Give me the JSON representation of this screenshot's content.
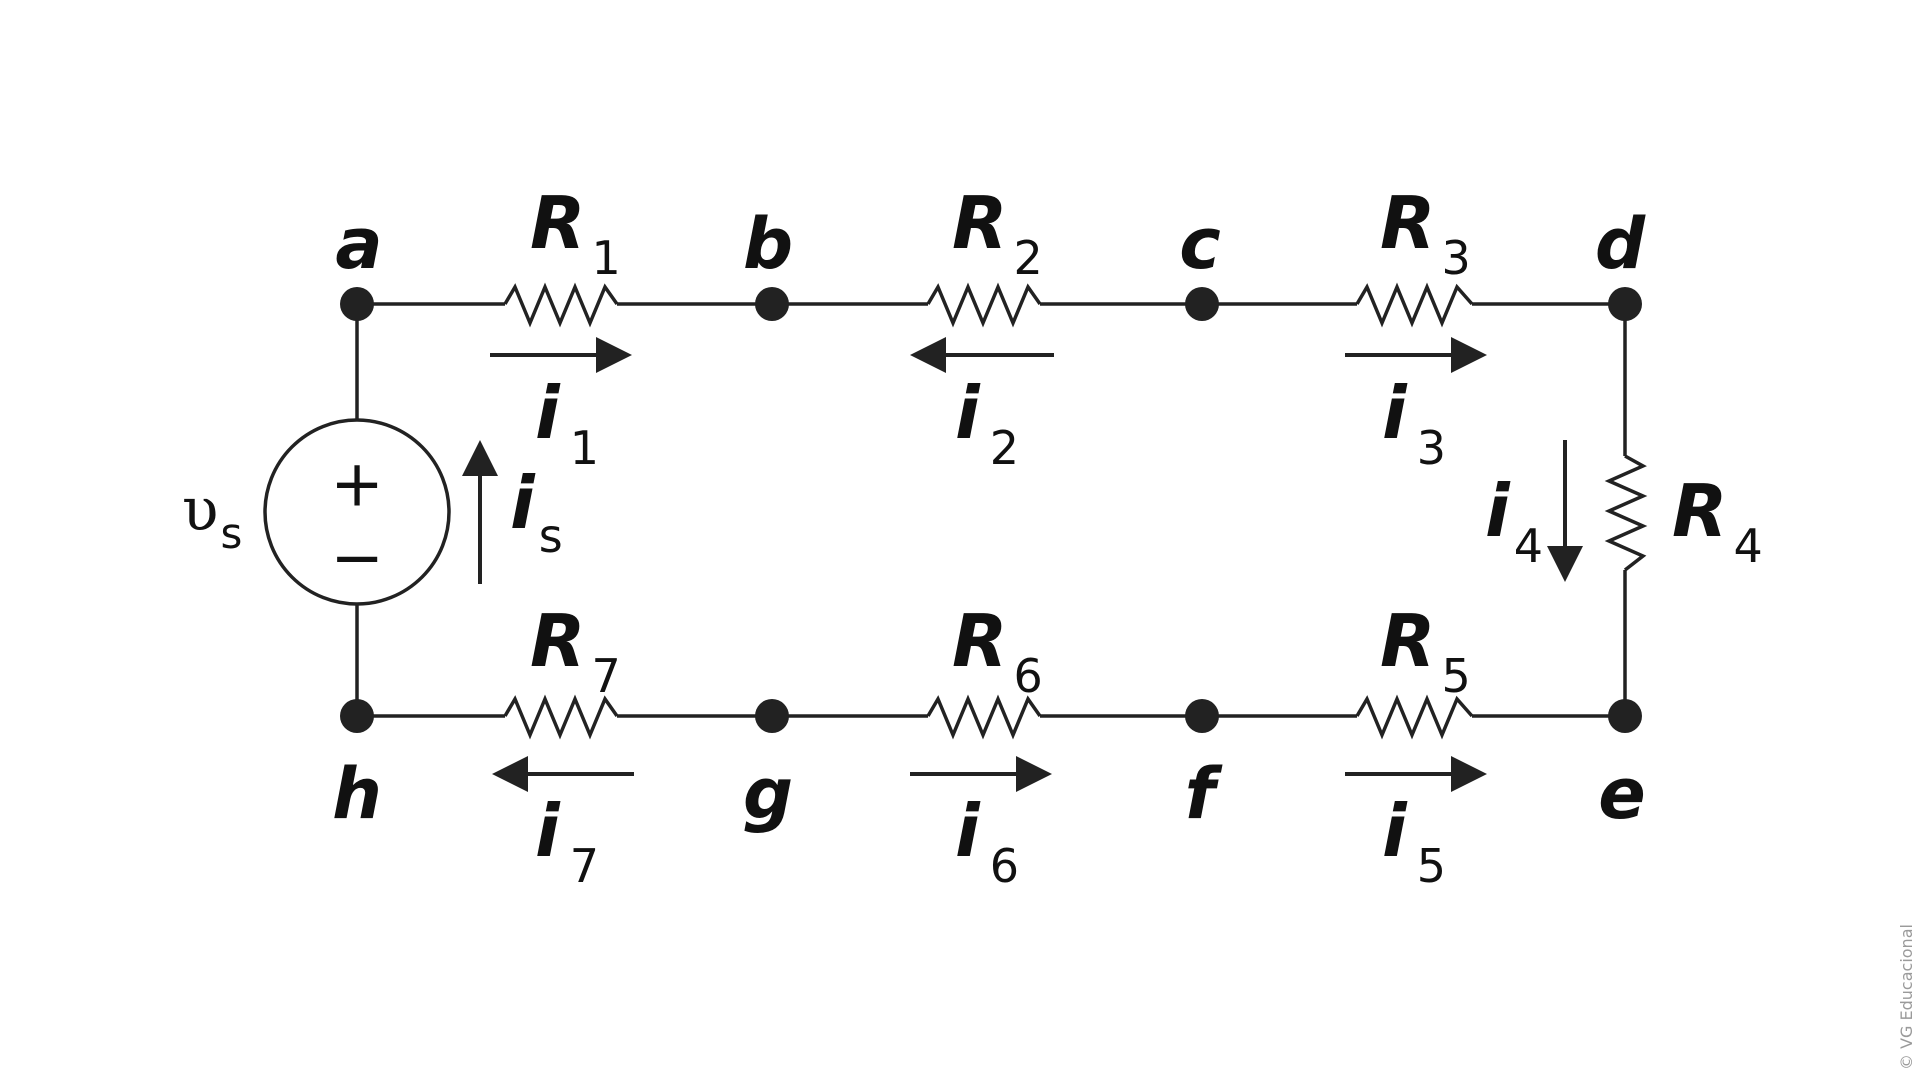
{
  "colors": {
    "ink": "#222222",
    "background": "#ffffff",
    "copyright": "#9a9a9a"
  },
  "nodes": {
    "a": "a",
    "b": "b",
    "c": "c",
    "d": "d",
    "e": "e",
    "f": "f",
    "g": "g",
    "h": "h"
  },
  "resistors": [
    {
      "symbol": "R",
      "sub": "1"
    },
    {
      "symbol": "R",
      "sub": "2"
    },
    {
      "symbol": "R",
      "sub": "3"
    },
    {
      "symbol": "R",
      "sub": "4"
    },
    {
      "symbol": "R",
      "sub": "5"
    },
    {
      "symbol": "R",
      "sub": "6"
    },
    {
      "symbol": "R",
      "sub": "7"
    }
  ],
  "currents": [
    {
      "symbol": "i",
      "sub": "1",
      "direction": "right"
    },
    {
      "symbol": "i",
      "sub": "2",
      "direction": "left"
    },
    {
      "symbol": "i",
      "sub": "3",
      "direction": "right"
    },
    {
      "symbol": "i",
      "sub": "4",
      "direction": "down"
    },
    {
      "symbol": "i",
      "sub": "5",
      "direction": "right"
    },
    {
      "symbol": "i",
      "sub": "6",
      "direction": "right"
    },
    {
      "symbol": "i",
      "sub": "7",
      "direction": "left"
    }
  ],
  "source": {
    "voltage_symbol": "υ",
    "voltage_sub": "s",
    "current_symbol": "i",
    "current_sub": "s",
    "current_direction": "up",
    "plus": "+",
    "minus": "−"
  },
  "copyright": "© VG Educacional"
}
